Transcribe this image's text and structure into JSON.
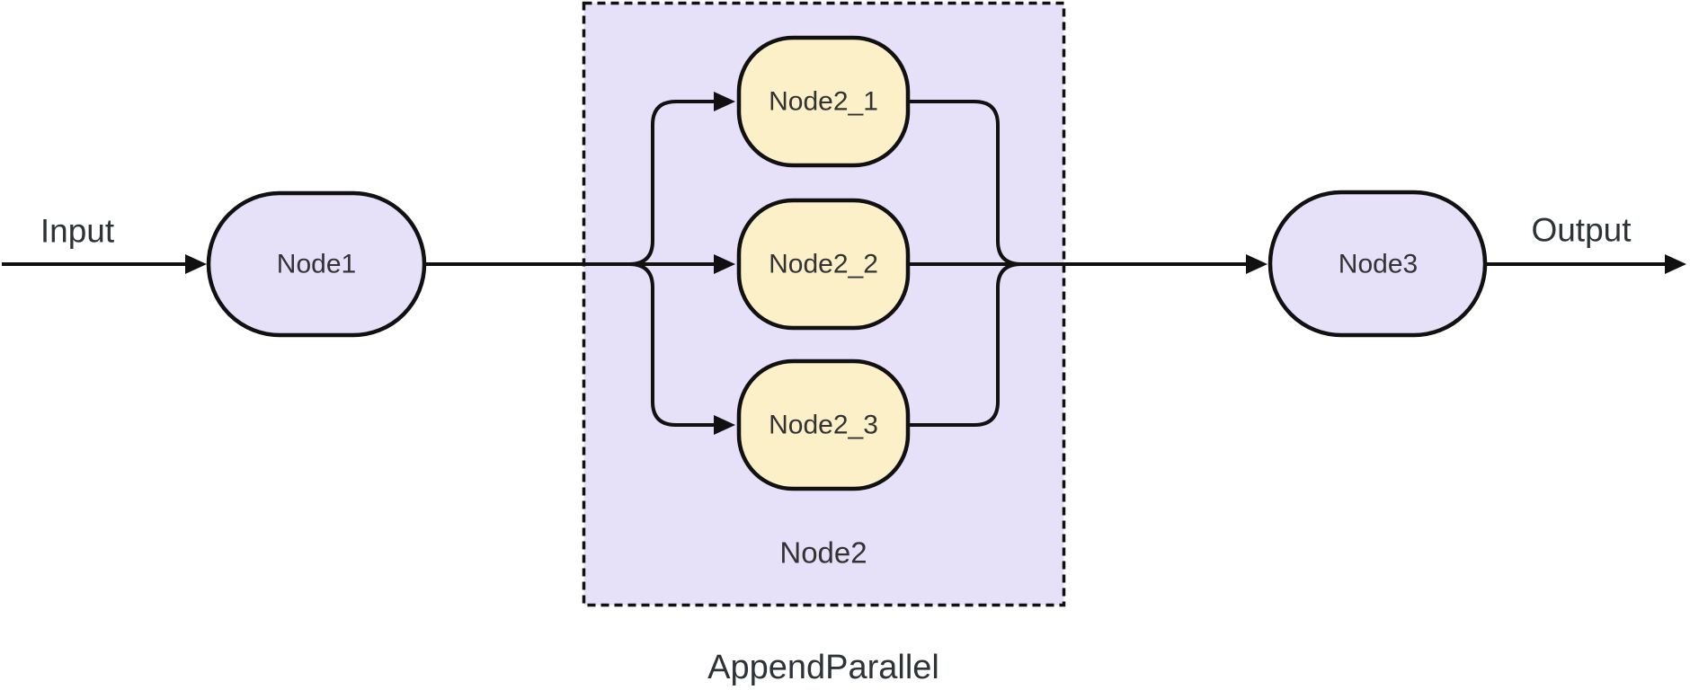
{
  "diagram": {
    "type": "flowchart",
    "direction": "left-to-right",
    "caption": "AppendParallel",
    "input_label": "Input",
    "output_label": "Output",
    "cluster": {
      "label": "Node2",
      "style": "dashed-border"
    },
    "nodes": [
      {
        "id": "Node1",
        "label": "Node1",
        "shape": "stadium",
        "fill": "lavender"
      },
      {
        "id": "Node2_1",
        "label": "Node2_1",
        "shape": "stadium",
        "fill": "cream",
        "parent": "Node2"
      },
      {
        "id": "Node2_2",
        "label": "Node2_2",
        "shape": "stadium",
        "fill": "cream",
        "parent": "Node2"
      },
      {
        "id": "Node2_3",
        "label": "Node2_3",
        "shape": "stadium",
        "fill": "cream",
        "parent": "Node2"
      },
      {
        "id": "Node3",
        "label": "Node3",
        "shape": "stadium",
        "fill": "lavender"
      }
    ],
    "edges": [
      {
        "from": "Input",
        "to": "Node1",
        "arrow": true
      },
      {
        "from": "Node1",
        "to": "Node2_1",
        "arrow": true
      },
      {
        "from": "Node1",
        "to": "Node2_2",
        "arrow": true
      },
      {
        "from": "Node1",
        "to": "Node2_3",
        "arrow": true
      },
      {
        "from": "Node2_1",
        "to": "Node3",
        "arrow": false,
        "note": "merges into Node3 edge"
      },
      {
        "from": "Node2_2",
        "to": "Node3",
        "arrow": true
      },
      {
        "from": "Node2_3",
        "to": "Node3",
        "arrow": false,
        "note": "merges into Node3 edge"
      },
      {
        "from": "Node3",
        "to": "Output",
        "arrow": true
      }
    ]
  },
  "colors": {
    "background": "#FFFFFF",
    "lavender": "#E6E0F8",
    "cream": "#FBF0C7",
    "stroke": "#111111",
    "node_text": "#333333",
    "label_text": "#2E3338"
  }
}
